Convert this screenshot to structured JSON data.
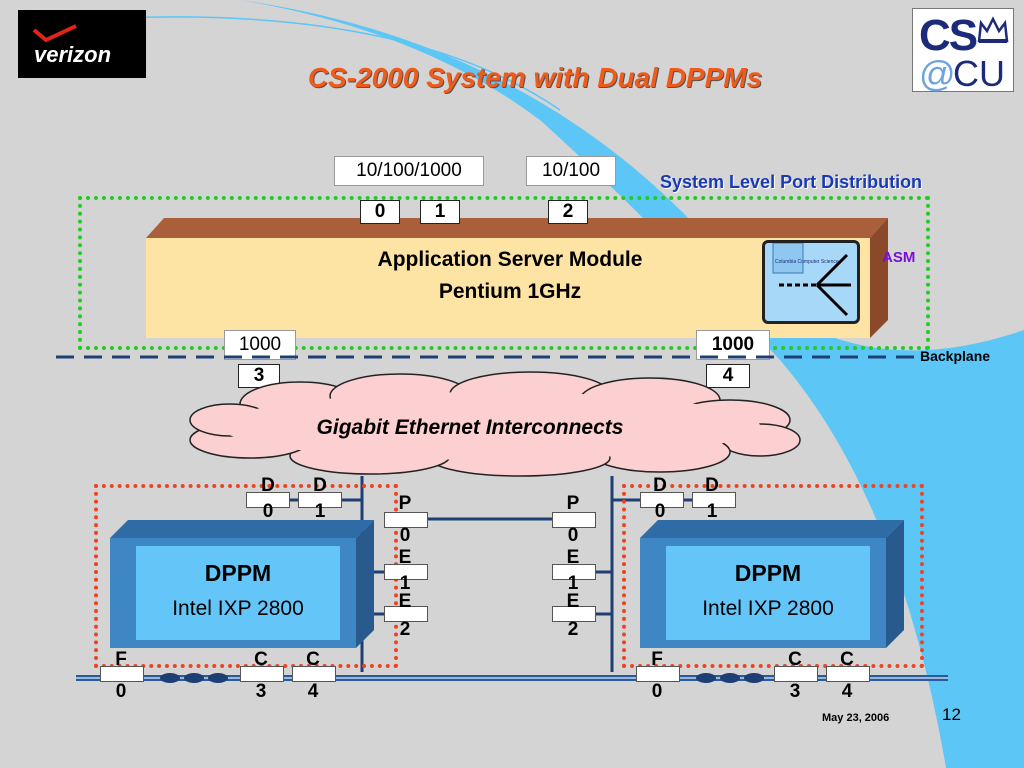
{
  "slide": {
    "title": "CS-2000 System with Dual DPPMs",
    "page_number": "12",
    "date": "May 23, 2006"
  },
  "logos": {
    "verizon": "verizon",
    "cs_top": "CS",
    "cs_bottom_at": "@",
    "cs_bottom_cu": "CU",
    "icon_caption": "Columbia Computer Science"
  },
  "asm": {
    "line1": "Application Server Module",
    "line2": "Pentium 1GHz",
    "label": "ASM",
    "port_label_a": "10/100/1000",
    "port_label_b": "10/100",
    "port_0": "0",
    "port_1": "1",
    "port_2": "2",
    "port_label_c": "1000",
    "port_label_d": "1000",
    "port_3": "3",
    "port_4": "4"
  },
  "system_port_distribution": "System Level Port Distribution",
  "backplane": "Backplane",
  "cloud": "Gigabit Ethernet Interconnects",
  "dppm_left": {
    "title": "DPPM",
    "subtitle": "Intel IXP 2800"
  },
  "dppm_right": {
    "title": "DPPM",
    "subtitle": "Intel IXP 2800"
  },
  "ports": {
    "d0_a": "D",
    "d0_b": "0",
    "d1_a": "D",
    "d1_b": "1",
    "p0_a": "P",
    "p0_b": "0",
    "e1_a": "E",
    "e1_b": "1",
    "e2_a": "E",
    "e2_b": "2",
    "f0_a": "F",
    "f0_b": "0",
    "c3_a": "C",
    "c3_b": "3",
    "c4_a": "C",
    "c4_b": "4"
  },
  "colors": {
    "title": "#f05a1a",
    "asm_fill": "#fde4a4",
    "dppm_fill": "#64c6f8",
    "green_border": "#22cc22",
    "red_border": "#ee4422",
    "cloud_fill": "#fcd0d0"
  }
}
